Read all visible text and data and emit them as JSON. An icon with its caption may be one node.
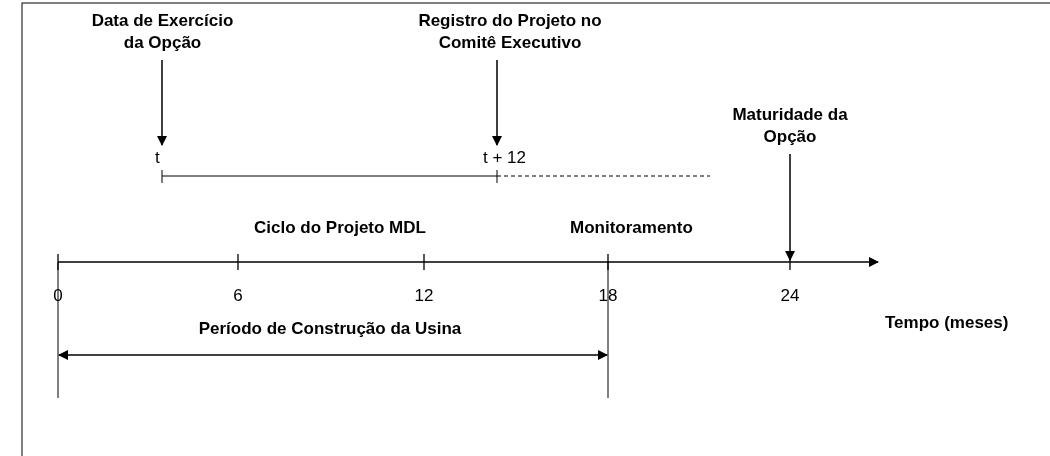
{
  "diagram": {
    "nodes": [
      {
        "text": [
          "Data de Exercício da Opção"
        ]
      },
      {
        "text": [
          "t"
        ]
      },
      {
        "text": [
          "Registro do Projeto no Comitê Executivo"
        ]
      },
      {
        "text": [
          "t + 12"
        ]
      },
      {
        "text": [
          "Maturidade da Opção"
        ]
      }
    ],
    "edges": [
      {
        "from": 0,
        "to": 1,
        "arrow": "to"
      },
      {
        "from": 2,
        "to": 3,
        "arrow": "to"
      },
      {
        "from": 4,
        "to": null,
        "arrow": "to"
      },
      {
        "from": 1,
        "to": 3,
        "arrow": "none"
      },
      {
        "from": 3,
        "to": null,
        "arrow": "none",
        "style": "dashed"
      }
    ],
    "labels": [
      "Ciclo do Projeto MDL",
      "Monitoramento",
      "0",
      "6",
      "12",
      "18",
      "24",
      "Período de Construção da Usina",
      "Tempo (meses)"
    ]
  }
}
